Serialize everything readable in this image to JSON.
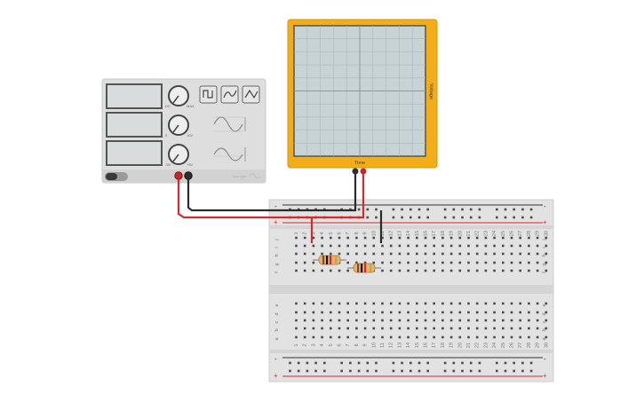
{
  "function_generator": {
    "knob_labels": [
      {
        "left": "DC",
        "right": "MAX"
      },
      {
        "left": "0",
        "right": "10V"
      },
      {
        "left": "-5V",
        "right": "+5V"
      }
    ],
    "wave_buttons": [
      "square-wave-icon",
      "triangle-wave-icon",
      "sine-wave-icon"
    ],
    "power_switch": "power-switch",
    "brand_caption": "func gen"
  },
  "oscilloscope": {
    "time_label": "Time",
    "voltage_label": "Voltage",
    "frame_color": "#f2ad18"
  },
  "breadboard": {
    "rail_plus": "+",
    "rail_minus": "-",
    "row_letters_top": [
      "j",
      "i",
      "h",
      "g",
      "f"
    ],
    "row_letters_bottom": [
      "e",
      "d",
      "c",
      "b",
      "a"
    ],
    "column_count": 30
  },
  "colors": {
    "wire_red": "#d42a2a",
    "wire_black": "#2b2b2b",
    "rail_red": "#d42a2a",
    "rail_black": "#333333"
  }
}
